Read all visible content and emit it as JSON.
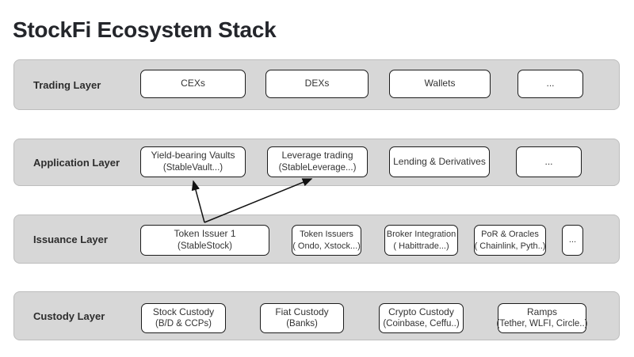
{
  "title": "StockFi Ecosystem Stack",
  "theme": {
    "background": "#ffffff",
    "band_fill": "#d7d7d7",
    "band_border": "#bdbdbd",
    "node_fill": "#ffffff",
    "node_border": "#1c1c1c",
    "text_color": "#333333",
    "title_color": "#24262b",
    "arrow_color": "#111111"
  },
  "layers": [
    {
      "label": "Trading Layer",
      "boxes": [
        {
          "line1": "CEXs"
        },
        {
          "line1": "DEXs"
        },
        {
          "line1": "Wallets"
        },
        {
          "line1": "..."
        }
      ]
    },
    {
      "label": "Application Layer",
      "boxes": [
        {
          "line1": "Yield-bearing Vaults",
          "line2": "(StableVault...)"
        },
        {
          "line1": "Leverage trading",
          "line2": "(StableLeverage...)"
        },
        {
          "line1": "Lending & Derivatives"
        },
        {
          "line1": "..."
        }
      ]
    },
    {
      "label": "Issuance Layer",
      "boxes": [
        {
          "line1": "Token Issuer 1",
          "line2": "(StableStock)"
        },
        {
          "line1": "Token Issuers",
          "line2": "( Ondo, Xstock...)"
        },
        {
          "line1": "Broker Integration",
          "line2": "( Habittrade...)"
        },
        {
          "line1": "PoR & Oracles",
          "line2": "( Chainlink, Pyth..)"
        },
        {
          "line1": "..."
        }
      ]
    },
    {
      "label": "Custody Layer",
      "boxes": [
        {
          "line1": "Stock Custody",
          "line2": "(B/D & CCPs)"
        },
        {
          "line1": "Fiat Custody",
          "line2": "(Banks)"
        },
        {
          "line1": "Crypto Custody",
          "line2": "(Coinbase, Ceffu..)"
        },
        {
          "line1": "Ramps",
          "line2": "(Tether, WLFI, Circle..)"
        }
      ]
    }
  ],
  "arrows": [
    {
      "from": "Token Issuer 1 (StableStock)",
      "to": "Yield-bearing Vaults (StableVault...)"
    },
    {
      "from": "Token Issuer 1 (StableStock)",
      "to": "Leverage trading (StableLeverage...)"
    }
  ]
}
